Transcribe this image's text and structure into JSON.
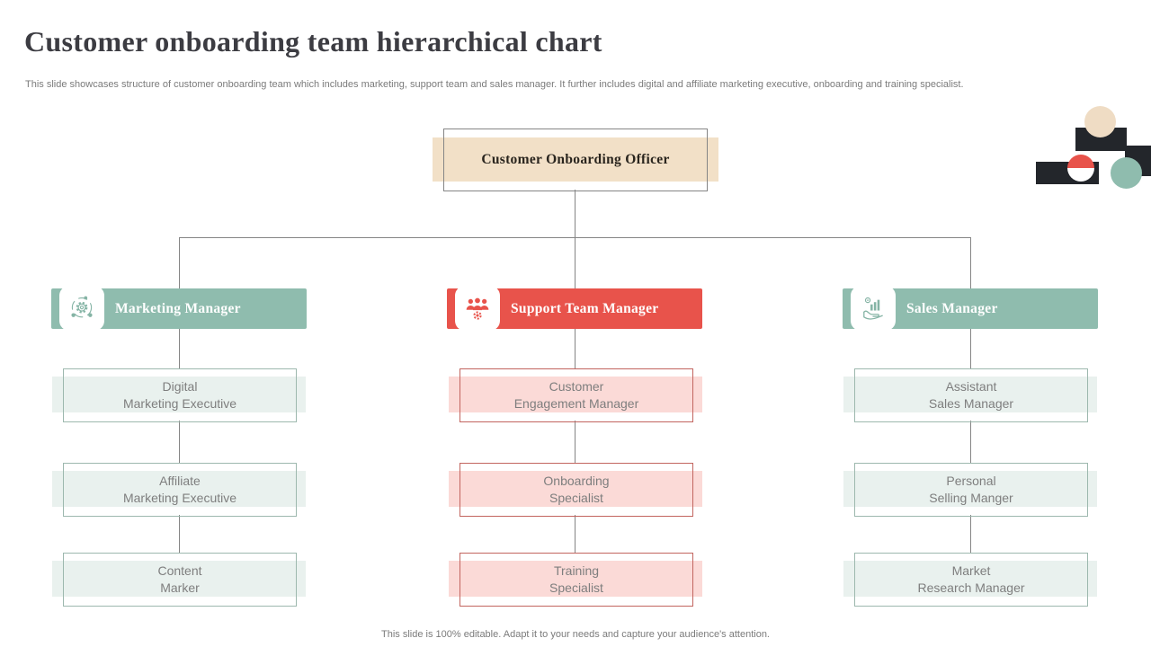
{
  "slide": {
    "title": "Customer onboarding team hierarchical chart",
    "subtitle": "This slide showcases structure of customer onboarding team which includes marketing, support team and sales manager. It further includes digital and affiliate marketing executive, onboarding and training specialist.",
    "footer": "This slide is 100% editable. Adapt it to your needs and capture your audience's attention."
  },
  "colors": {
    "teal": "#8FBCAE",
    "red": "#E8534B",
    "beige_band": "#F2E0C7",
    "teal_band": "#E9F1EE",
    "pink_band": "#FBDAD7",
    "teal_outline": "#9DB8AE",
    "red_outline": "#C2655F",
    "connector_gray": "#858585",
    "dark_shape": "#23262B",
    "beige_circle": "#EFDCC4"
  },
  "org": {
    "root": {
      "label": "Customer Onboarding Officer"
    },
    "branches": [
      {
        "label": "Marketing Manager",
        "icon": "marketing-gear-icon",
        "children": [
          {
            "line1": "Digital",
            "line2": "Marketing Executive"
          },
          {
            "line1": "Affiliate",
            "line2": "Marketing Executive"
          },
          {
            "line1": "Content",
            "line2": "Marker"
          }
        ]
      },
      {
        "label": "Support Team Manager",
        "icon": "support-team-icon",
        "children": [
          {
            "line1": "Customer",
            "line2": "Engagement Manager"
          },
          {
            "line1": "Onboarding",
            "line2": "Specialist"
          },
          {
            "line1": "Training",
            "line2": "Specialist"
          }
        ]
      },
      {
        "label": "Sales Manager",
        "icon": "sales-hand-chart-icon",
        "children": [
          {
            "line1": "Assistant",
            "line2": "Sales Manager"
          },
          {
            "line1": "Personal",
            "line2": "Selling Manger"
          },
          {
            "line1": "Market",
            "line2": "Research Manager"
          }
        ]
      }
    ]
  }
}
